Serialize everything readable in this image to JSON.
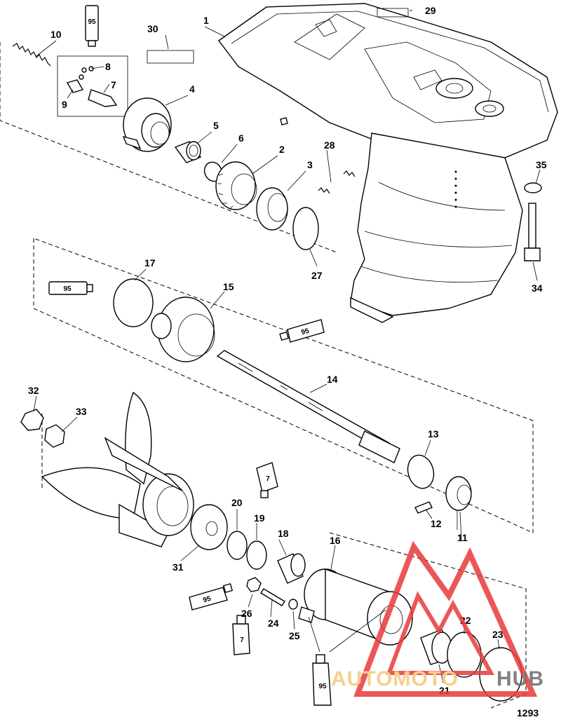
{
  "diagram_number": "1293",
  "part_labels": [
    "1",
    "2",
    "3",
    "4",
    "5",
    "6",
    "7",
    "8",
    "9",
    "10",
    "11",
    "12",
    "13",
    "14",
    "15",
    "16",
    "17",
    "18",
    "19",
    "20",
    "21",
    "22",
    "23",
    "24",
    "25",
    "26",
    "27",
    "28",
    "29",
    "30",
    "31",
    "32",
    "33",
    "34",
    "35"
  ],
  "sealant_tubes": [
    "95",
    "95",
    "95",
    "95",
    "95",
    "7",
    "7",
    "7"
  ],
  "watermark": {
    "text_a": "AUTOMOTO",
    "text_b": "HUB",
    "color_a": "#f5c77a",
    "color_b": "#6b6b6b",
    "logo_color": "#e83a3a"
  }
}
